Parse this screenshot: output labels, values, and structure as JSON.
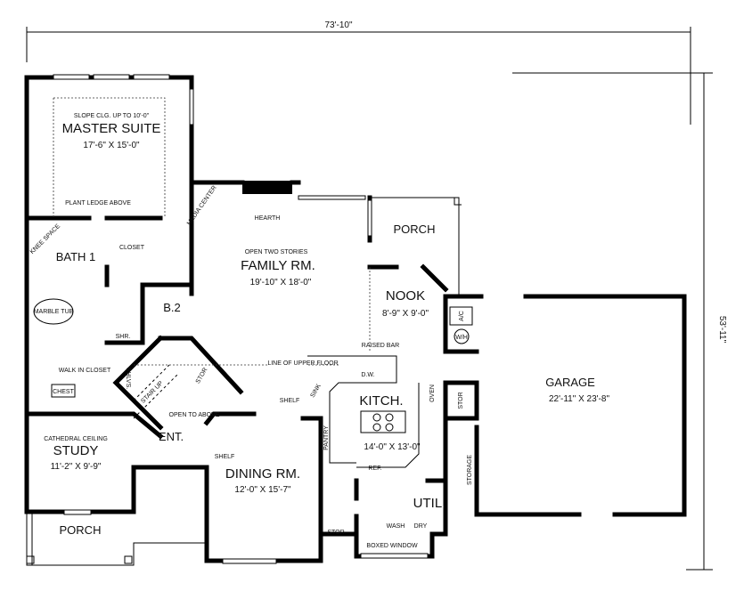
{
  "dimensions": {
    "overall_width": "73'-10\"",
    "overall_depth": "53'-11\""
  },
  "rooms": {
    "master_suite": {
      "note": "SLOPE CLG. UP TO 10'-0\"",
      "name": "MASTER SUITE",
      "size": "17'-6\" X 15'-0\"",
      "ledge": "PLANT LEDGE ABOVE"
    },
    "bath1": {
      "name": "BATH 1",
      "closet": "CLOSET",
      "knee": "KNEE SPACE",
      "tub": "MARBLE TUB",
      "shower": "SHR."
    },
    "bath2": {
      "name": "B.2"
    },
    "walk_in": {
      "name": "WALK IN CLOSET",
      "chest": "CHEST",
      "shelves": "SHLVS."
    },
    "stair": {
      "label": "STAIR UP",
      "stor": "STOR",
      "open": "OPEN TO ABOVE"
    },
    "entry": {
      "name": "ENT."
    },
    "study": {
      "note": "CATHEDRAL CEILING",
      "name": "STUDY",
      "size": "11'-2\" X 9'-9\""
    },
    "front_porch": {
      "name": "PORCH"
    },
    "dining": {
      "shelf": "SHELF",
      "name": "DINING RM.",
      "size": "12'-0\" X 15'-7\""
    },
    "family": {
      "media": "MEDIA CENTER",
      "fireplace": "FIRE PLACE",
      "hearth": "HEARTH",
      "note": "OPEN TWO STORIES",
      "name": "FAMILY RM.",
      "size": "19'-10\" X 18'-0\""
    },
    "rear_porch": {
      "name": "PORCH"
    },
    "nook": {
      "name": "NOOK",
      "size": "8'-9\" X 9'-0\""
    },
    "mech": {
      "ac": "A/C",
      "wh": "W/H"
    },
    "kitchen": {
      "bar": "RAISED BAR",
      "upper": "LINE OF UPPER FLOOR",
      "dw": "D.W.",
      "sink": "SINK",
      "shelf": "SHELF",
      "name": "KITCH.",
      "size": "14'-0\" X 13'-0\"",
      "pantry": "PANTRY",
      "oven": "OVEN",
      "ref": "REF."
    },
    "garage": {
      "stor": "STOR",
      "storage": "STORAGE",
      "name": "GARAGE",
      "size": "22'-11\" X 23'-8\""
    },
    "utility": {
      "name": "UTIL.",
      "wash": "WASH",
      "dry": "DRY",
      "stor": "STOR.",
      "window": "BOXED WINDOW"
    }
  }
}
